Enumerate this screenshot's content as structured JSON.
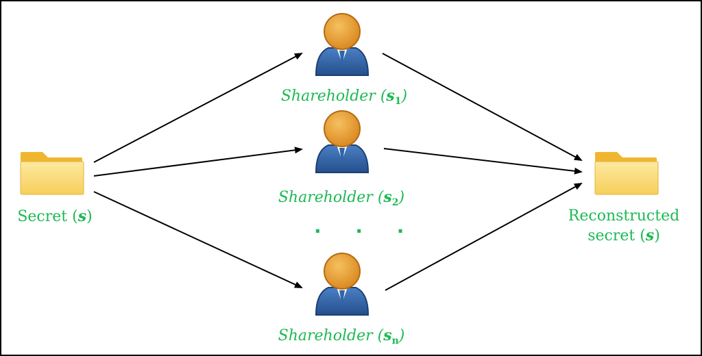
{
  "nodes": {
    "secret": {
      "label": "Secret",
      "symbol": "s"
    },
    "shareholder_1": {
      "label": "Shareholder",
      "symbol": "s",
      "subscript": "1"
    },
    "shareholder_2": {
      "label": "Shareholder",
      "symbol": "s",
      "subscript": "2"
    },
    "shareholder_n": {
      "label": "Shareholder",
      "symbol": "s",
      "subscript": "n"
    },
    "reconstructed": {
      "line1": "Reconstructed",
      "line2": "secret",
      "symbol": "s"
    }
  },
  "ellipsis": "· · ·",
  "colors": {
    "label_green": "#1db954",
    "folder": "#f9d976",
    "folder_tab": "#f5c542",
    "person_head": "#e89a2b",
    "person_body": "#2f64a8",
    "arrow": "#000000"
  },
  "icons": [
    "folder-icon",
    "person-icon"
  ]
}
